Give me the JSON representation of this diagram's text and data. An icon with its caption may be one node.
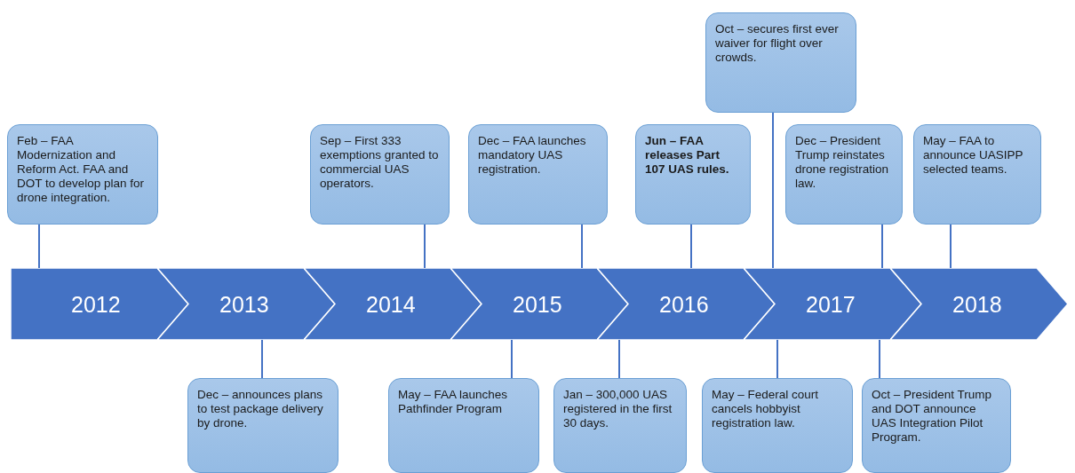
{
  "diagram": {
    "nodes": [
      {
        "text": [
          "Feb – FAA Modernization and Reform Act. FAA and DOT to develop plan for drone integration."
        ]
      },
      {
        "text": [
          "Sep – First 333 exemptions granted to commercial UAS operators."
        ]
      },
      {
        "text": [
          "Dec – FAA launches mandatory UAS registration."
        ]
      },
      {
        "text": [
          "Jun – FAA releases Part 107 UAS rules."
        ]
      },
      {
        "text": [
          "Oct – secures first ever waiver for flight over crowds."
        ]
      },
      {
        "text": [
          "Dec – President Trump reinstates drone registration law."
        ]
      },
      {
        "text": [
          "May – FAA to announce UASIPP selected teams."
        ]
      },
      {
        "text": [
          "2012"
        ]
      },
      {
        "text": [
          "2013"
        ]
      },
      {
        "text": [
          "2014"
        ]
      },
      {
        "text": [
          "2015"
        ]
      },
      {
        "text": [
          "2016"
        ]
      },
      {
        "text": [
          "2017"
        ]
      },
      {
        "text": [
          "2018"
        ]
      },
      {
        "text": [
          "Dec – announces plans to test package delivery by drone."
        ]
      },
      {
        "text": [
          "May – FAA launches Pathfinder Program"
        ]
      },
      {
        "text": [
          "Jan – 300,000 UAS registered in the first 30 days."
        ]
      },
      {
        "text": [
          "May – Federal court cancels hobbyist registration law."
        ]
      },
      {
        "text": [
          "Oct – President Trump and DOT announce UAS Integration Pilot Program."
        ]
      }
    ],
    "edges": [
      {
        "from": 0,
        "to": 7,
        "arrow": "none"
      },
      {
        "from": 14,
        "to": 8,
        "arrow": "none"
      },
      {
        "from": 1,
        "to": 9,
        "arrow": "none"
      },
      {
        "from": 15,
        "to": 10,
        "arrow": "none"
      },
      {
        "from": 2,
        "to": 10,
        "arrow": "none"
      },
      {
        "from": 16,
        "to": 11,
        "arrow": "none"
      },
      {
        "from": 3,
        "to": 11,
        "arrow": "none"
      },
      {
        "from": 4,
        "to": 12,
        "arrow": "none"
      },
      {
        "from": 17,
        "to": 12,
        "arrow": "none"
      },
      {
        "from": 5,
        "to": 12,
        "arrow": "none"
      },
      {
        "from": 18,
        "to": 12,
        "arrow": "none"
      },
      {
        "from": 6,
        "to": 13,
        "arrow": "none"
      }
    ]
  }
}
